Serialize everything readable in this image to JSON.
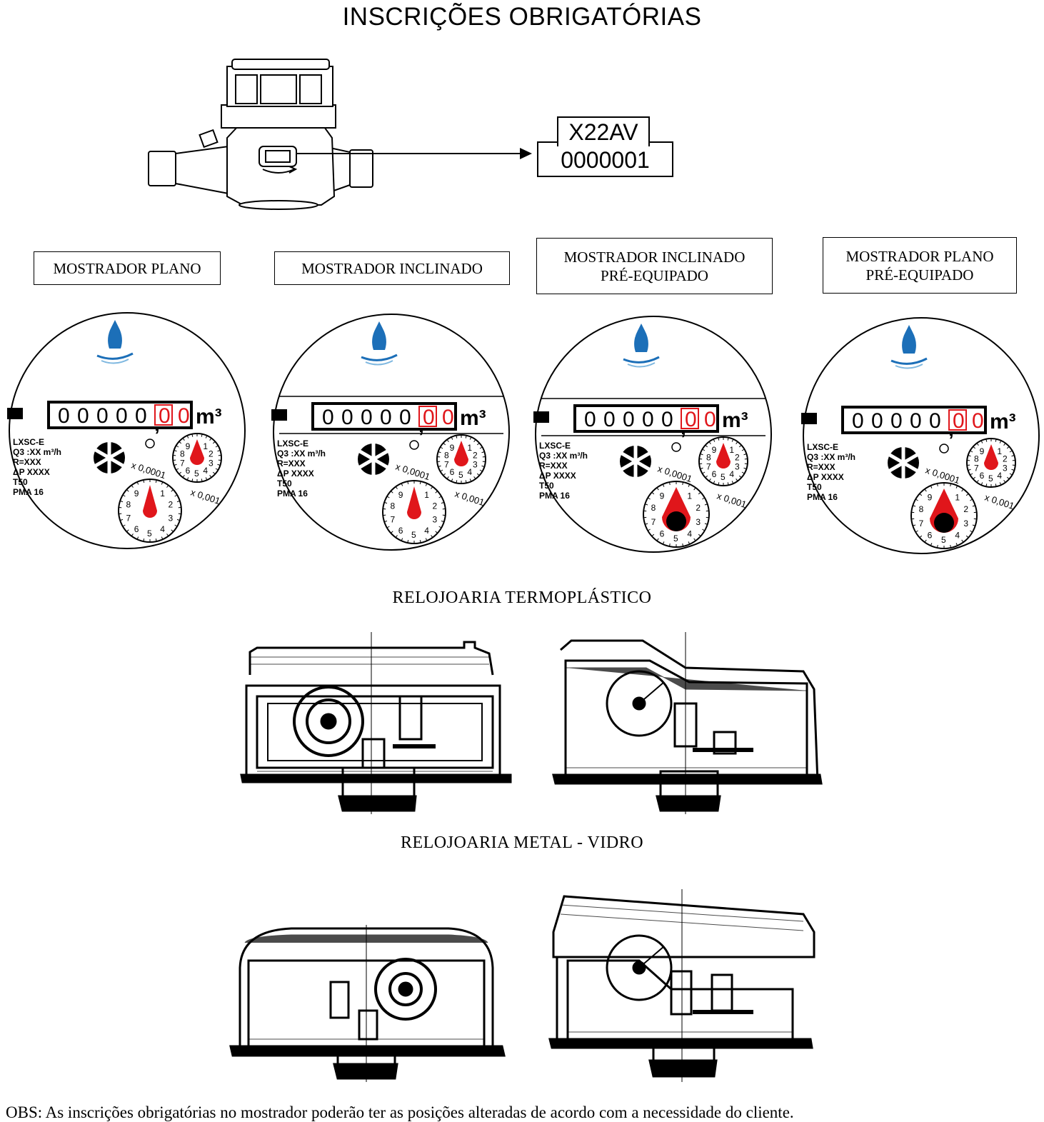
{
  "title": "INSCRIÇÕES OBRIGATÓRIAS",
  "serial_plate": {
    "line1": "X22AV",
    "line2": "0000001"
  },
  "dial_labels": [
    {
      "line1": "MOSTRADOR PLANO",
      "line2": ""
    },
    {
      "line1": "MOSTRADOR INCLINADO",
      "line2": ""
    },
    {
      "line1": "MOSTRADOR INCLINADO",
      "line2": "PRÉ-EQUIPADO"
    },
    {
      "line1": "MOSTRADOR PLANO",
      "line2": "PRÉ-EQUIPADO"
    }
  ],
  "dial": {
    "digits_black": [
      "0",
      "0",
      "0",
      "0",
      "0"
    ],
    "digits_red": [
      "0",
      "0"
    ],
    "unit": "m³",
    "specs": [
      "LXSC-E",
      "Q3 :XX m³/h",
      "R=XXX",
      "ΔP XXXX",
      "T50",
      "PMA 16"
    ],
    "small_dial_factor": "x 0,001",
    "large_dial_factor": "x 0,0001",
    "dial_numbers": [
      "1",
      "2",
      "3",
      "4",
      "5",
      "6",
      "7",
      "8",
      "9"
    ],
    "colors": {
      "pointer": "#e0161b",
      "logo": "#1c6fb8",
      "digits_red": "#e0161b"
    }
  },
  "section1": "RELOJOARIA TERMOPLÁSTICO",
  "section2": "RELOJOARIA METAL - VIDRO",
  "obs": "OBS: As inscrições obrigatórias no mostrador poderão ter as posições alteradas de acordo com a necessidade do cliente."
}
